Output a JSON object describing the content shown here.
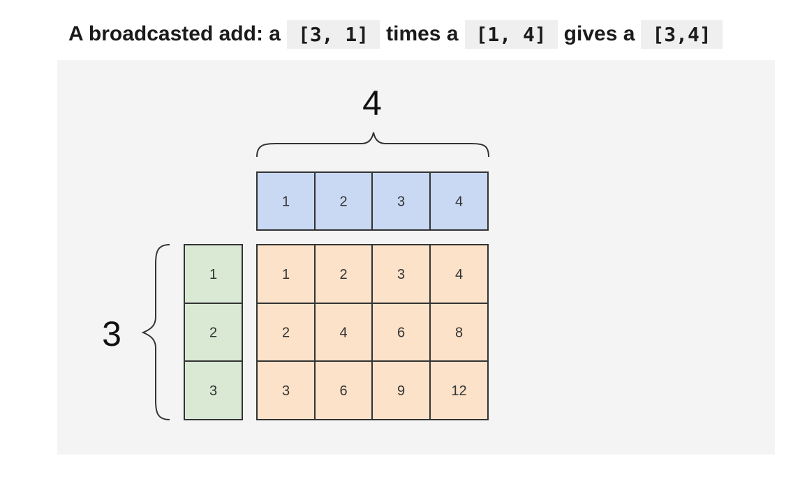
{
  "title": {
    "text_before": "A broadcasted add: a",
    "code1": "[3, 1]",
    "text_mid": "times a",
    "code2": "[1, 4]",
    "text_after": "gives a",
    "code3": "[3,4]"
  },
  "diagram": {
    "top_dim": "4",
    "left_dim": "3",
    "row_vector": [
      "1",
      "2",
      "3",
      "4"
    ],
    "column_vector": [
      "1",
      "2",
      "3"
    ],
    "result": [
      [
        "1",
        "2",
        "3",
        "4"
      ],
      [
        "2",
        "4",
        "6",
        "8"
      ],
      [
        "3",
        "6",
        "9",
        "12"
      ]
    ],
    "colors": {
      "row_vector": "#c9d9f3",
      "column_vector": "#d9e9d4",
      "result": "#fbe2c9",
      "border": "#333333"
    }
  }
}
